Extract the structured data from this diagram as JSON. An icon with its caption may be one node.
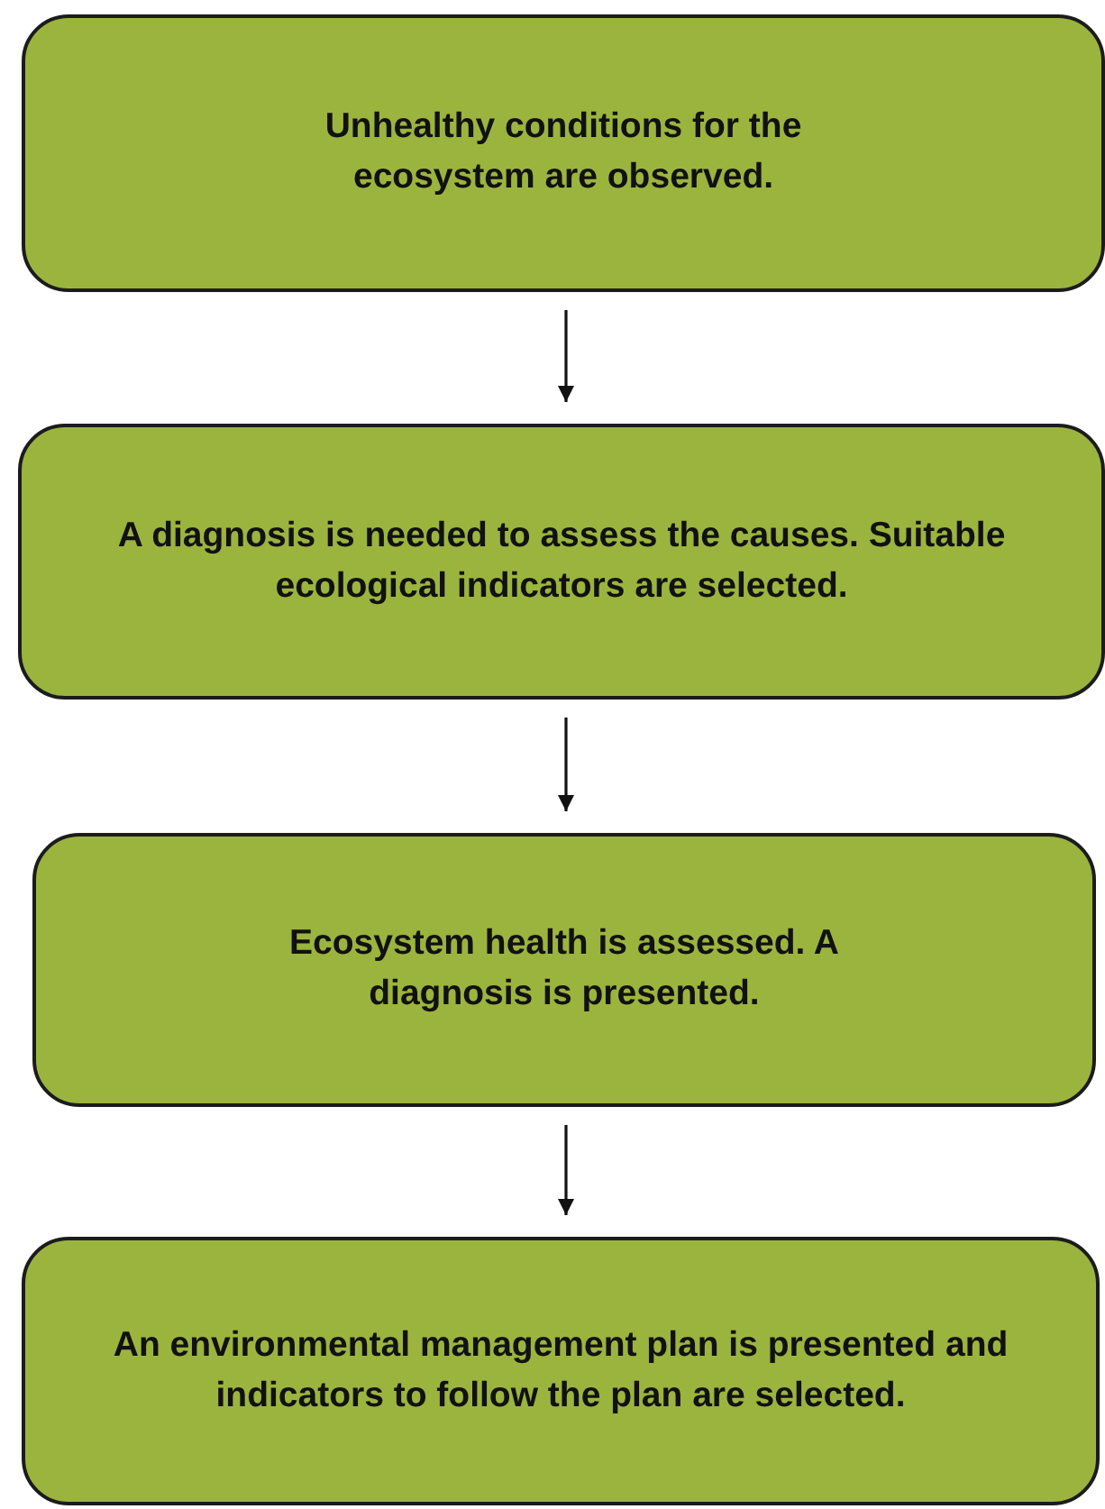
{
  "diagram": {
    "nodes": [
      {
        "text": [
          "Unhealthy conditions for the ecosystem are observed."
        ]
      },
      {
        "text": [
          "A diagnosis is needed to assess the causes. Suitable ecological indicators are selected."
        ]
      },
      {
        "text": [
          "Ecosystem health is assessed. A diagnosis is presented."
        ]
      },
      {
        "text": [
          "An environmental management plan is presented and indicators to follow the plan are selected."
        ]
      }
    ],
    "edges": [
      {
        "from": 0,
        "to": 1,
        "arrow": "to"
      },
      {
        "from": 1,
        "to": 2,
        "arrow": "to"
      },
      {
        "from": 2,
        "to": 3,
        "arrow": "to"
      }
    ]
  }
}
